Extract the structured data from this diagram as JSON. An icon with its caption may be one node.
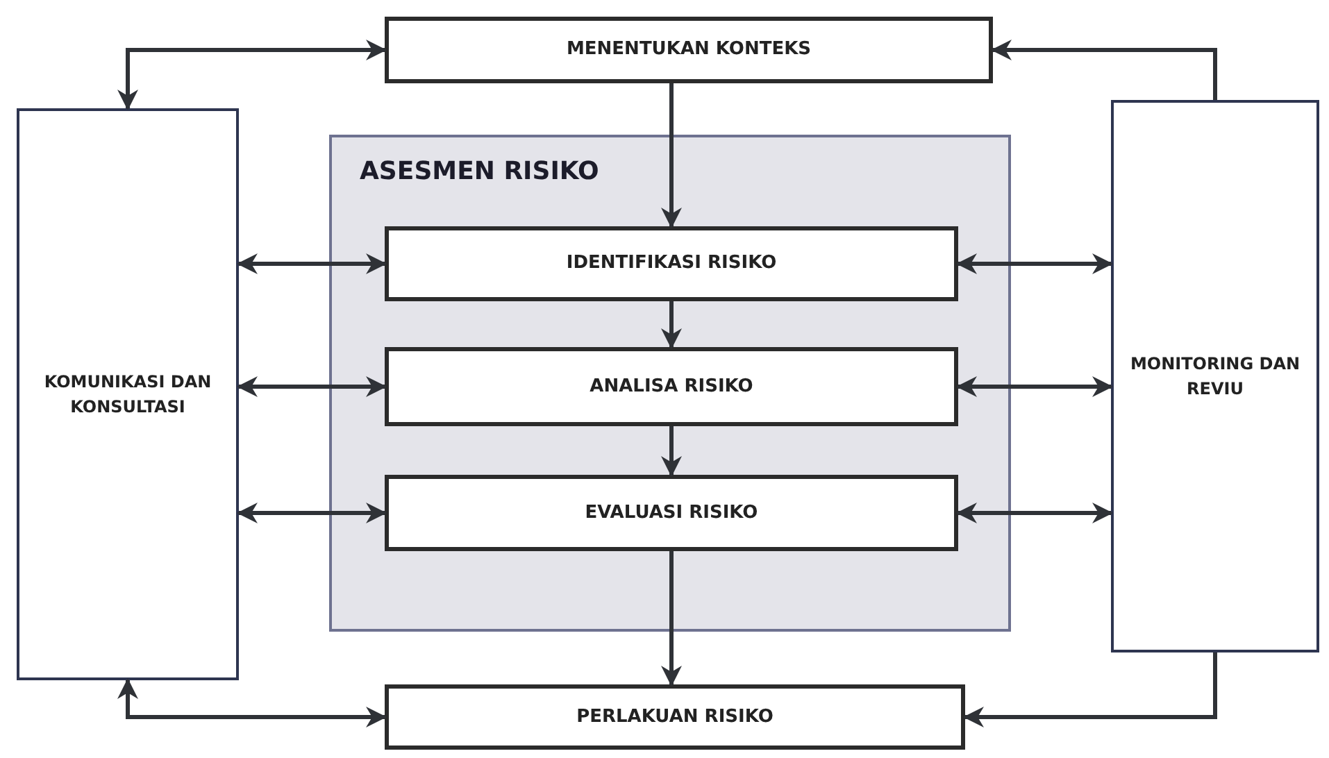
{
  "diagram": {
    "nodes": [
      {
        "text": [
          "MENENTUKAN KONTEKS"
        ]
      },
      {
        "text": [
          "KOMUNIKASI DAN KONSULTASI"
        ]
      },
      {
        "text": [
          "ASESMEN RISIKO"
        ]
      },
      {
        "text": [
          "IDENTIFIKASI RISIKO"
        ],
        "in": 2
      },
      {
        "text": [
          "ANALISA RISIKO"
        ],
        "in": 2
      },
      {
        "text": [
          "EVALUASI RISIKO"
        ],
        "in": 2
      },
      {
        "text": [
          "MONITORING DAN REVIU"
        ]
      },
      {
        "text": [
          "PERLAKUAN RISIKO"
        ]
      }
    ],
    "edges": [
      {
        "from": 0,
        "to": 3,
        "arrow": "to"
      },
      {
        "from": 3,
        "to": 4,
        "arrow": "to"
      },
      {
        "from": 4,
        "to": 5,
        "arrow": "to"
      },
      {
        "from": 5,
        "to": 7,
        "arrow": "to"
      },
      {
        "from": 1,
        "to": 0,
        "arrow": "both"
      },
      {
        "from": 1,
        "to": 3,
        "arrow": "both"
      },
      {
        "from": 1,
        "to": 4,
        "arrow": "both"
      },
      {
        "from": 1,
        "to": 5,
        "arrow": "both"
      },
      {
        "from": 1,
        "to": 7,
        "arrow": "both"
      },
      {
        "from": 6,
        "to": 0,
        "arrow": "to"
      },
      {
        "from": 3,
        "to": 6,
        "arrow": "both"
      },
      {
        "from": 4,
        "to": 6,
        "arrow": "both"
      },
      {
        "from": 5,
        "to": 6,
        "arrow": "both"
      },
      {
        "from": 6,
        "to": 7,
        "arrow": "to"
      }
    ]
  }
}
